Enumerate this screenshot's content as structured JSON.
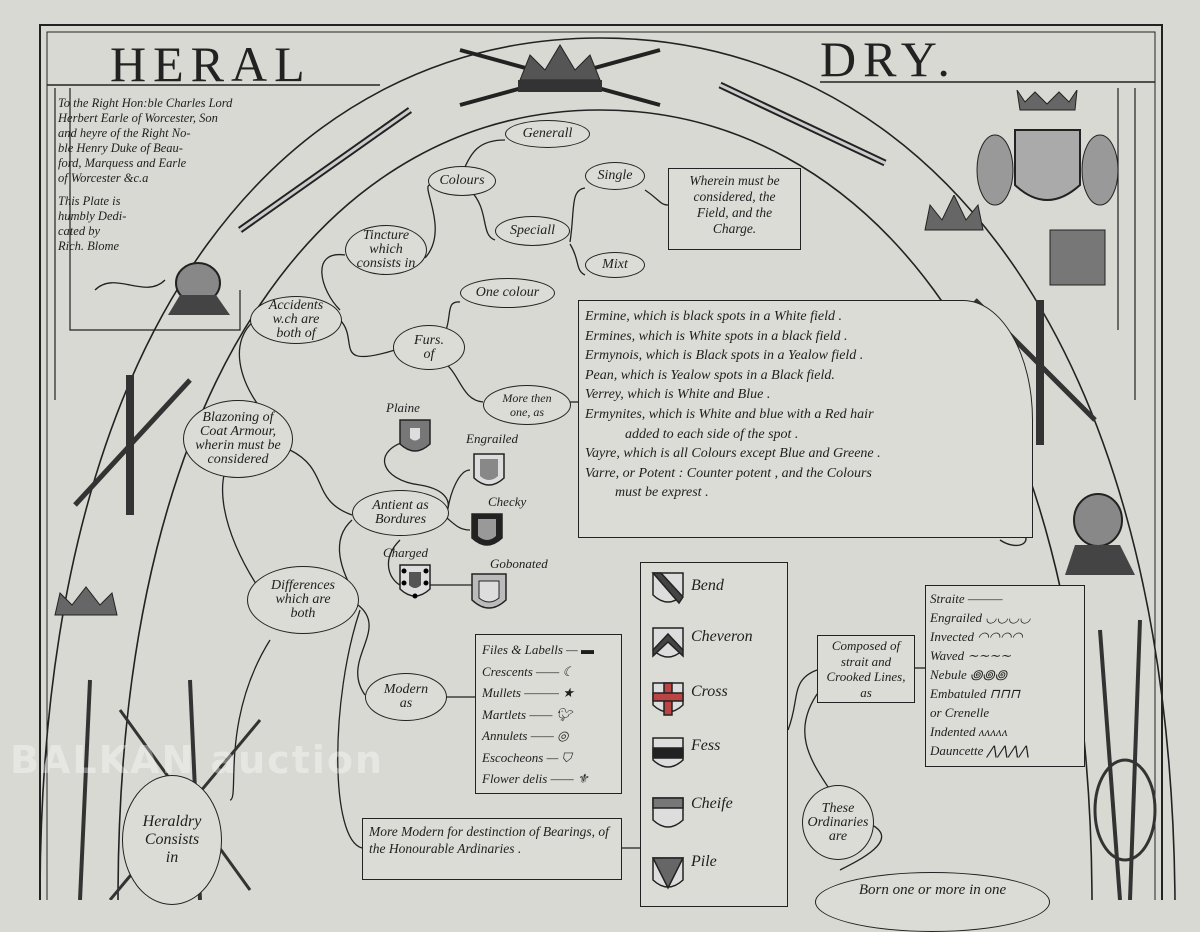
{
  "title": {
    "left": "HERAL",
    "right": "DRY."
  },
  "dedication": {
    "lines": [
      "To the Right Hon:ble Charles Lord",
      "Herbert Earle of Worcester, Son",
      "and heyre of the Right No-",
      "ble Henry Duke of Beau-",
      "ford, Marquess and Earle",
      "of Worcester &c.a"
    ],
    "plate": [
      "This Plate is",
      "humbly Dedi-",
      "cated by",
      "Rich. Blome"
    ]
  },
  "nodes": {
    "generall": "Generall",
    "colours": "Colours",
    "single": "Single",
    "speciall": "Speciall",
    "mixt": "Mixt",
    "tincture": "Tincture which consists in",
    "one_colour": "One colour",
    "accidents": "Accidents w.ch are both of",
    "furs": "Furs. of",
    "more_then_one": "More then one, as",
    "blazoning": "Blazoning of Coat Armour, wherin must be considered",
    "antient": "Antient as Bordures",
    "differences": "Differences which are both",
    "modern": "Modern as",
    "these_ordinaries": "These Ordinaries are",
    "born": "Born one or more in one",
    "heraldry": "Heraldry Consists in"
  },
  "wherein_box": "Wherein must be considered, the Field, and the Charge.",
  "furs_list": [
    "Ermine, which is black spots in a White field .",
    "Ermines, which is White spots in a black field .",
    "Ermynois, which is Black spots in a Yealow field .",
    "Pean, which is Yealow spots in a Black field.",
    "Verrey, which is White and Blue .",
    "Ermynites, which is White and blue with a Red hair",
    "added to each side of the spot .",
    "Vayre, which is all Colours except Blue and Greene .",
    "Varre, or Potent : Counter potent , and the Colours",
    "must be exprest ."
  ],
  "bordures": [
    "Plaine",
    "Engrailed",
    "Checky",
    "Charged",
    "Gobonated"
  ],
  "modern_list": [
    "Files & Labells",
    "Crescents",
    "Mullets",
    "Martlets",
    "Annulets",
    "Escocheons",
    "Flower delis"
  ],
  "more_modern_box": "More Modern for destinction of Bearings, of the Honourable Ardinaries .",
  "ordinaries": [
    "Bend",
    "Cheveron",
    "Cross",
    "Fess",
    "Cheife",
    "Pile"
  ],
  "composed_box": "Composed of strait and Crooked Lines, as",
  "lines_list": [
    "Straite",
    "Engrailed",
    "Invected",
    "Waved",
    "Nebule",
    "Embatuled",
    "or Crenelle",
    "Indented",
    "Dauncette"
  ],
  "watermark": "BALKAN auction",
  "colors": {
    "paper": "#d9d9d3",
    "ink": "#1e1e1e"
  },
  "icons": [
    "crown-icon",
    "helmet-icon",
    "sceptre-icon",
    "coat-of-arms-icon",
    "shield-icon",
    "portcullis-icon",
    "sword-icon",
    "trophy-of-arms-icon"
  ]
}
